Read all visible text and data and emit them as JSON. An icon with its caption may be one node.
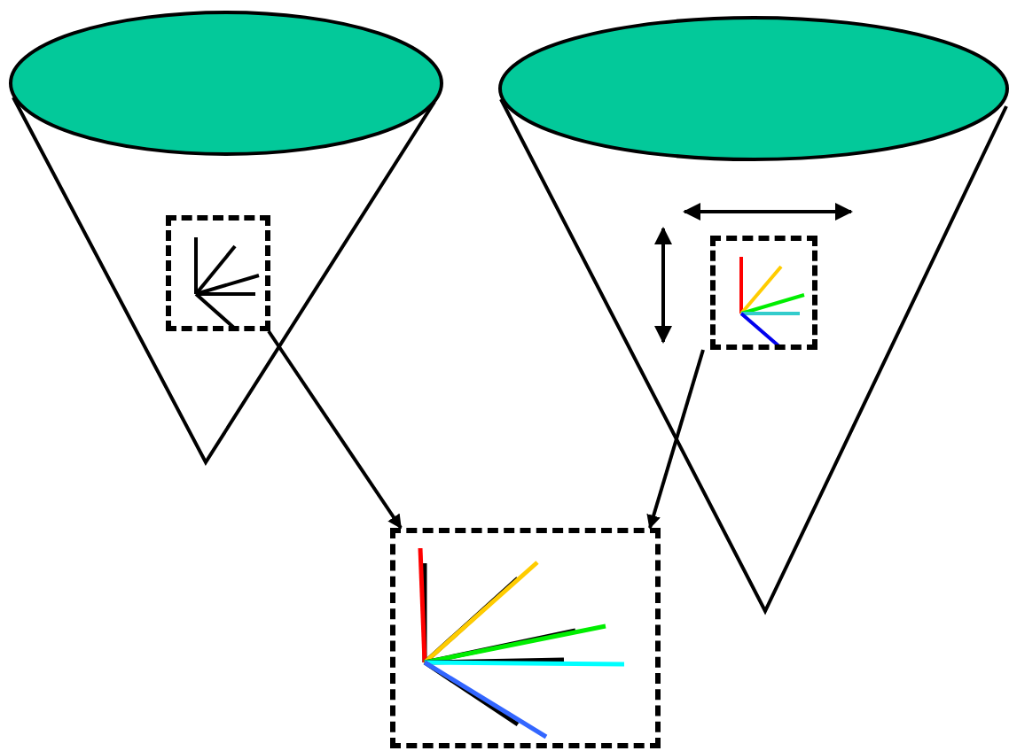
{
  "diagram": {
    "nodes": [
      {
        "text": [],
        "shape": "box"
      },
      {
        "text": [],
        "shape": "box"
      },
      {
        "text": [],
        "shape": "box"
      }
    ],
    "edges": [
      {
        "from": 0,
        "to": 2,
        "arrow": "to"
      },
      {
        "from": 1,
        "to": 2,
        "arrow": "to"
      }
    ]
  }
}
